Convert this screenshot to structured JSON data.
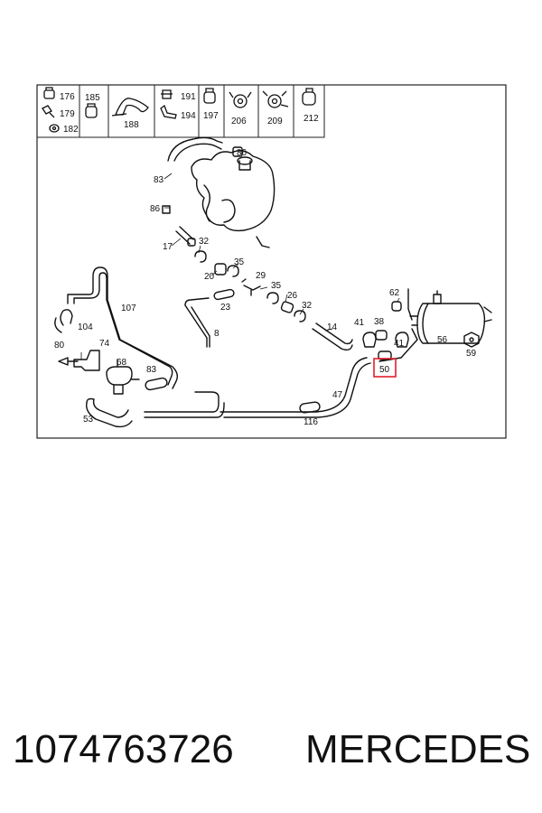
{
  "legend": [
    {
      "n": "176"
    },
    {
      "n": "179"
    },
    {
      "n": "182"
    },
    {
      "n": "185"
    },
    {
      "n": "188"
    },
    {
      "n": "191"
    },
    {
      "n": "194"
    },
    {
      "n": "197"
    },
    {
      "n": "206"
    },
    {
      "n": "209"
    },
    {
      "n": "212"
    }
  ],
  "callouts": {
    "c83a": "83",
    "c86a": "86",
    "c86b": "86",
    "c17": "17",
    "c32a": "32",
    "c20": "20",
    "c35a": "35",
    "c29": "29",
    "c35b": "35",
    "c26": "26",
    "c32b": "32",
    "c23": "23",
    "c8": "8",
    "c14": "14",
    "c41a": "41",
    "c38": "38",
    "c41b": "41",
    "c62": "62",
    "c56": "56",
    "c59": "59",
    "c50": "50",
    "c47": "47",
    "c116": "116",
    "c107": "107",
    "c104": "104",
    "c80": "80",
    "c74": "74",
    "c68": "68",
    "c83b": "83",
    "c53": "53"
  },
  "highlight": {
    "color": "#e0202a"
  },
  "caption": {
    "part_number": "1074763726",
    "brand": "MERCEDES"
  }
}
